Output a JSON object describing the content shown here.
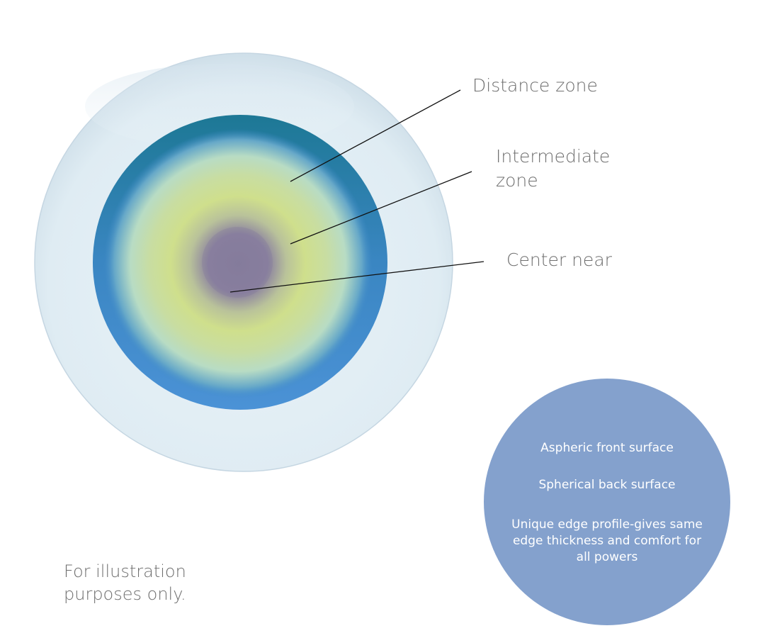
{
  "labels": {
    "distance": "Distance zone",
    "intermediate": "Intermediate zone",
    "center": "Center near"
  },
  "disclaimer": "For illustration purposes only.",
  "features": [
    "Aspheric front surface",
    "Spherical back surface",
    "Unique edge profile-gives same edge thickness and comfort for all powers"
  ],
  "colors": {
    "lens_edge": "#dce9f2",
    "distance_zone": "#3b82c4",
    "intermediate_zone": "#c9dc8f",
    "center_near": "#857c9c",
    "info_circle": "#84a1cd",
    "label_text": "#6f6f6f"
  }
}
